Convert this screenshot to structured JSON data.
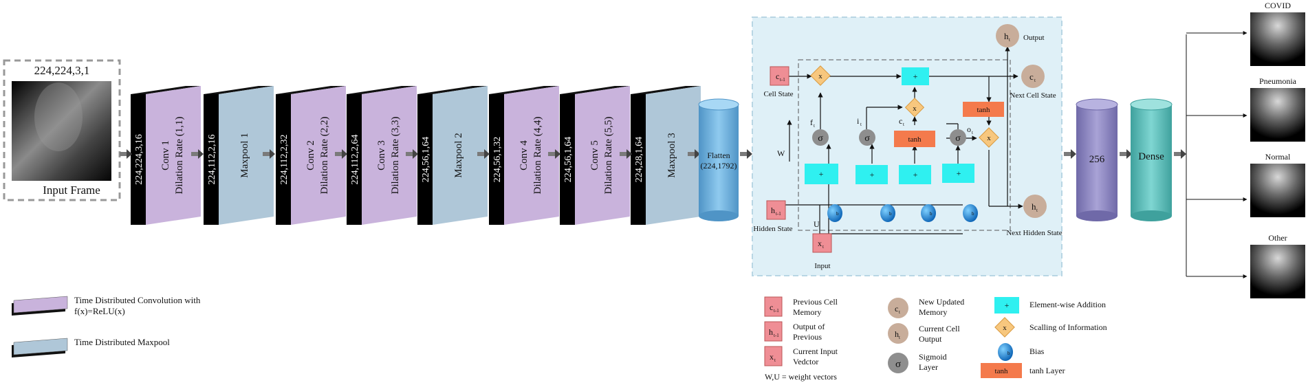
{
  "input": {
    "dims": "224,224,3,1",
    "caption": "Input Frame"
  },
  "blocks": [
    {
      "kind": "conv",
      "dims": "224,224,3,16",
      "line1": "Conv 1",
      "line2": "Dilation Rate (1,1)"
    },
    {
      "kind": "pool",
      "dims": "224,112,2,16",
      "line1": "Maxpool 1",
      "line2": ""
    },
    {
      "kind": "conv",
      "dims": "224,112,2,32",
      "line1": "Conv 2",
      "line2": "Dilation Rate (2,2)"
    },
    {
      "kind": "conv",
      "dims": "224,112,2,64",
      "line1": "Conv 3",
      "line2": "Dilation Rate (3,3)"
    },
    {
      "kind": "pool",
      "dims": "224,56,1,64",
      "line1": "Maxpool 2",
      "line2": ""
    },
    {
      "kind": "conv",
      "dims": "224,56,1,32",
      "line1": "Conv 4",
      "line2": "Dilation Rate (4,4)"
    },
    {
      "kind": "conv",
      "dims": "224,56,1,64",
      "line1": "Conv 5",
      "line2": "Dilation Rate (5,5)"
    },
    {
      "kind": "pool",
      "dims": "224,28,1,64",
      "line1": "Maxpool 3",
      "line2": ""
    }
  ],
  "flatten": {
    "line1": "Flatten",
    "line2": "(224,1792)"
  },
  "lstm": {
    "cell_state": "Cell State",
    "hidden_state": "Hidden State",
    "input": "Input",
    "output": "Output",
    "next_cell_state": "Next Cell State",
    "next_hidden_state": "Next Hidden State",
    "w": "W",
    "u": "U",
    "f": "f",
    "i": "i",
    "c": "c",
    "o": "o",
    "sub_t": "t",
    "sub_t1": "t-1",
    "sigma": "σ",
    "x": "x",
    "plus": "+",
    "tanh": "tanh",
    "b": "b",
    "h": "h",
    "cc": "c",
    "xx": "x"
  },
  "dense256": "256",
  "dense": "Dense",
  "outputs": [
    "COVID",
    "Pneumonia",
    "Normal",
    "Other"
  ],
  "legend_left": [
    {
      "label1": "Time Distributed Convolution with",
      "label2": "f(x)=ReLU(x)",
      "color": "#c9b3dc"
    },
    {
      "label1": "Time Distributed Maxpool",
      "label2": "",
      "color": "#afc7d8"
    }
  ],
  "legend_lstm": {
    "prev_cell": [
      "Previous Cell",
      "Memory"
    ],
    "prev_out": [
      "Output of",
      "Previous"
    ],
    "cur_input": [
      "Current Input",
      "Vedctor"
    ],
    "weights": "W,U = weight vectors",
    "new_mem": [
      "New Updated",
      "Memory"
    ],
    "cur_out": [
      "Current Cell",
      "Output"
    ],
    "sigmoid": [
      "Sigmoid",
      "Layer"
    ],
    "add": "Element-wise Addition",
    "scale": "Scalling of Information",
    "bias": "Bias",
    "tanh": "tanh Layer"
  },
  "colors": {
    "conv": "#c9b3dc",
    "pool": "#afc7d8",
    "cyan": "#2ff0f0",
    "orange": "#f47a4c",
    "diamond": "#f7c77e",
    "pink": "#ef8e95",
    "tan": "#c8ad9a",
    "gray": "#8e8e8e",
    "lstm_bg": "#dff0f7",
    "flatten": "#6fb1dc",
    "d256": "#8c86bf",
    "dense": "#5fbfbb"
  }
}
